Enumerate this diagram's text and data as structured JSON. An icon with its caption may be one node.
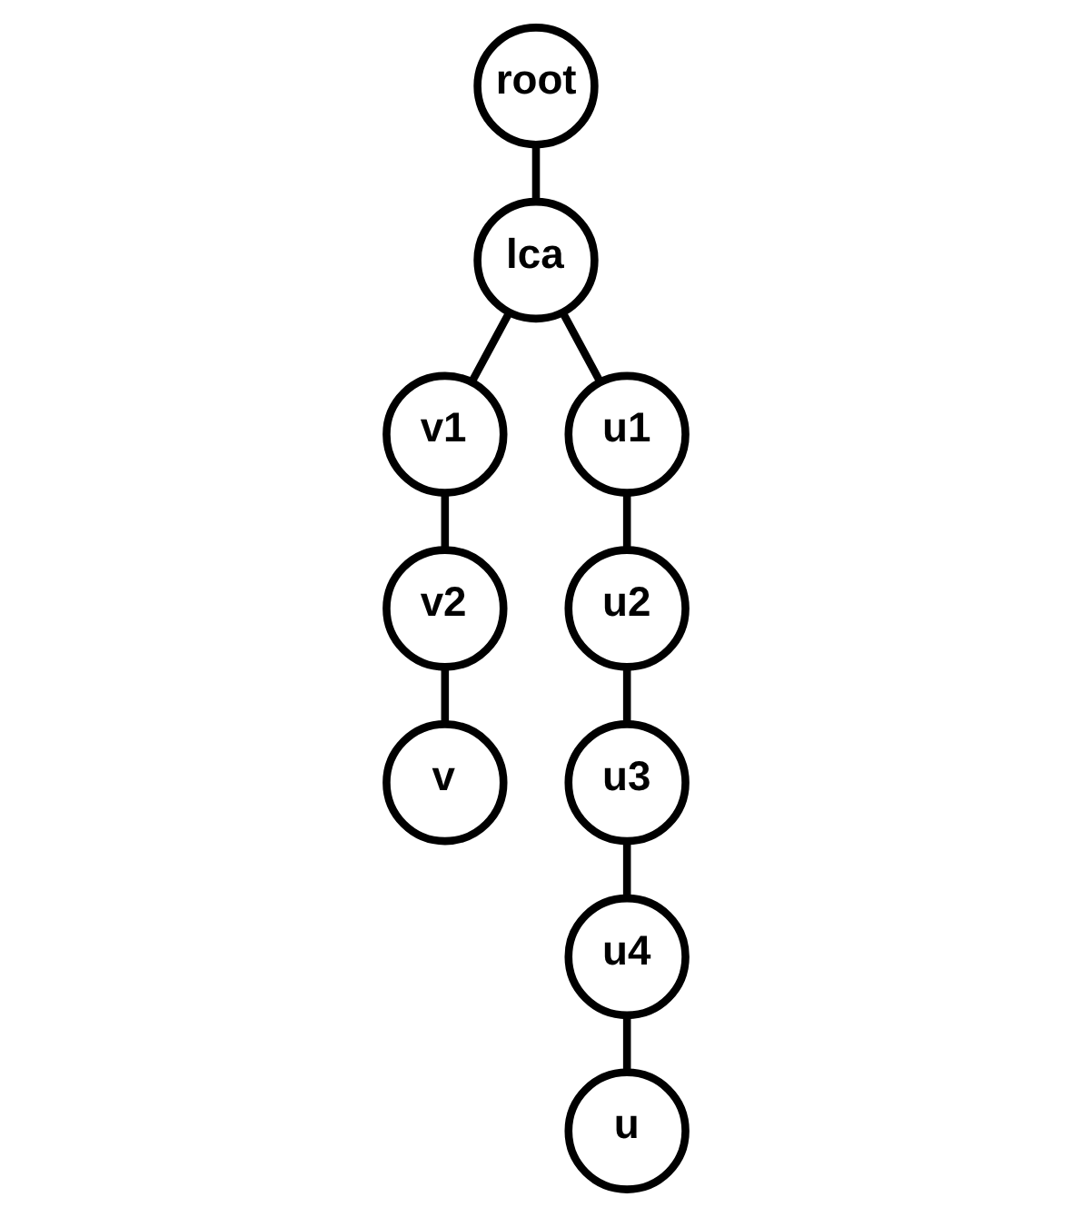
{
  "diagram": {
    "nodes": [
      {
        "text": [
          "root"
        ]
      },
      {
        "text": [
          "lca"
        ]
      },
      {
        "text": [
          "v1"
        ]
      },
      {
        "text": [
          "u1"
        ]
      },
      {
        "text": [
          "v2"
        ]
      },
      {
        "text": [
          "u2"
        ]
      },
      {
        "text": [
          "v"
        ]
      },
      {
        "text": [
          "u3"
        ]
      },
      {
        "text": [
          "u4"
        ]
      },
      {
        "text": [
          "u"
        ]
      }
    ],
    "edges": [
      {
        "from": 0,
        "to": 1,
        "arrow": "none"
      },
      {
        "from": 1,
        "to": 2,
        "arrow": "none"
      },
      {
        "from": 1,
        "to": 3,
        "arrow": "none"
      },
      {
        "from": 2,
        "to": 4,
        "arrow": "none"
      },
      {
        "from": 4,
        "to": 6,
        "arrow": "none"
      },
      {
        "from": 3,
        "to": 5,
        "arrow": "none"
      },
      {
        "from": 5,
        "to": 7,
        "arrow": "none"
      },
      {
        "from": 7,
        "to": 8,
        "arrow": "none"
      },
      {
        "from": 8,
        "to": 9,
        "arrow": "none"
      }
    ]
  }
}
